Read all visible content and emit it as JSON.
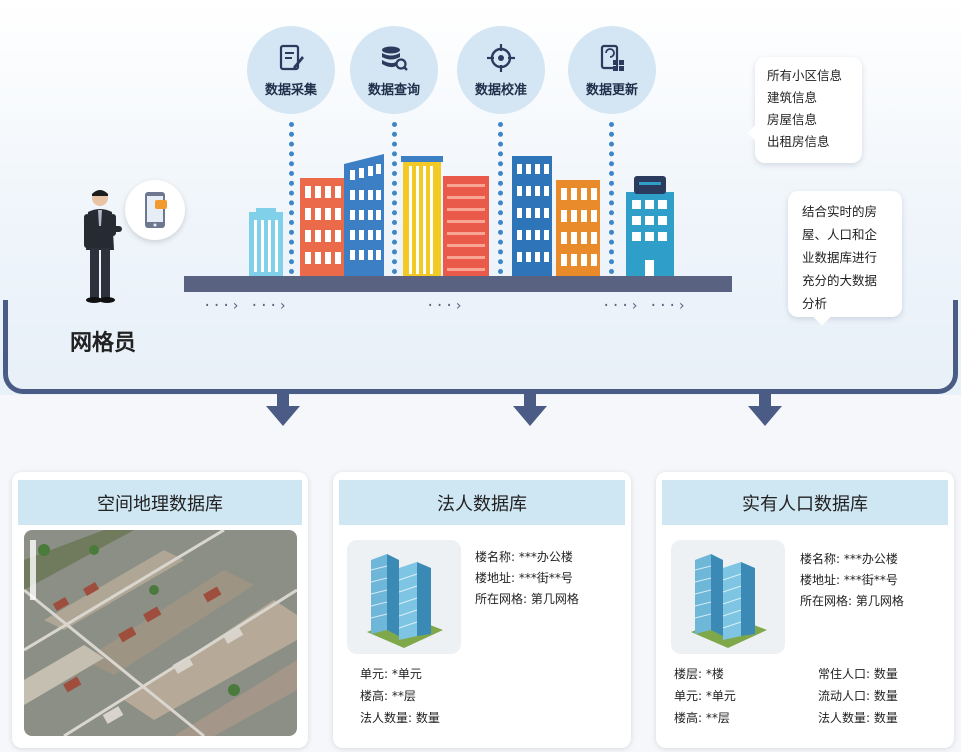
{
  "top_steps": [
    {
      "label": "数据采集",
      "icon": "document-pen-icon"
    },
    {
      "label": "数据查询",
      "icon": "database-search-icon"
    },
    {
      "label": "数据校准",
      "icon": "crosshair-target-icon"
    },
    {
      "label": "数据更新",
      "icon": "refresh-document-icon"
    }
  ],
  "callout_info": [
    "所有小区信息",
    "建筑信息",
    "房屋信息",
    "出租房信息"
  ],
  "callout_analysis": [
    "结合实时的房",
    "屋、人口和企",
    "业数据库进行",
    "充分的大数据",
    "分析"
  ],
  "person_label": "网格员",
  "flow_arrow_text": "···› ···›",
  "databases": {
    "spatial": {
      "title": "空间地理数据库"
    },
    "legal": {
      "title": "法人数据库",
      "right_info": [
        "楼名称: ***办公楼",
        "楼地址: ***街**号",
        "所在网格: 第几网格"
      ],
      "bottom_info": [
        "单元: *单元",
        "楼高: **层",
        "法人数量: 数量"
      ]
    },
    "population": {
      "title": "实有人口数据库",
      "right_info": [
        "楼名称: ***办公楼",
        "楼地址: ***街**号",
        "所在网格: 第几网格"
      ],
      "bottom_left": [
        "楼层: *楼",
        "单元: *单元",
        "楼高: **层"
      ],
      "bottom_right": [
        "常住人口: 数量",
        "流动人口: 数量",
        "法人数量: 数量"
      ]
    }
  },
  "colors": {
    "frame": "#4a5b85",
    "circle_bg": "#d4e6f3",
    "dot": "#3f86c9",
    "header_bg": "#cfe6f3"
  }
}
